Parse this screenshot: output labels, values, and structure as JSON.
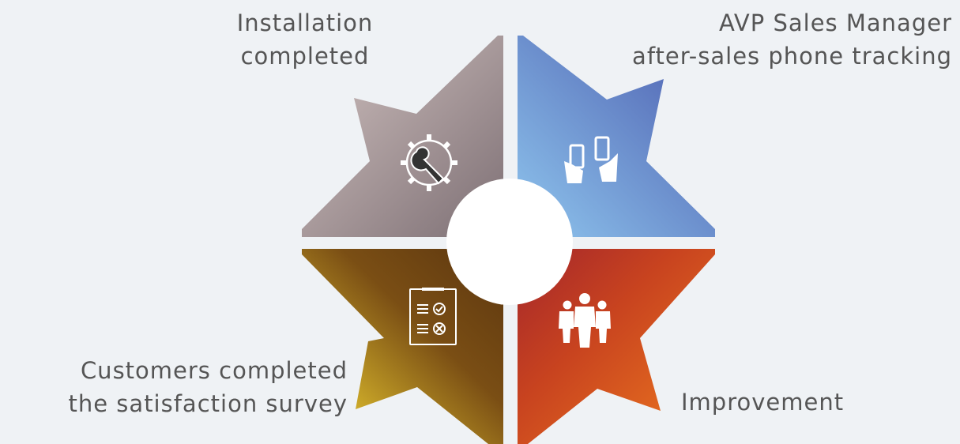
{
  "diagram": {
    "quadrants": [
      {
        "id": "top-left",
        "lines": [
          "Installation",
          "completed"
        ],
        "icon": "wrench-gear-icon",
        "gradient": [
          "#d2c3c1",
          "#7d6f74"
        ]
      },
      {
        "id": "top-right",
        "lines": [
          "AVP Sales Manager",
          "after-sales phone tracking"
        ],
        "icon": "phones-in-hands-icon",
        "gradient": [
          "#8fc6ee",
          "#4a5aad"
        ]
      },
      {
        "id": "bottom-left",
        "lines": [
          "Customers completed",
          "the satisfaction survey"
        ],
        "icon": "checklist-icon",
        "gradient": [
          "#fde035",
          "#5c360f"
        ]
      },
      {
        "id": "bottom-right",
        "lines": [
          "Improvement"
        ],
        "icon": "team-people-icon",
        "gradient": [
          "#a4262b",
          "#ee7a1f"
        ]
      }
    ],
    "colors": {
      "background": "#eff2f5",
      "center_circle": "#ffffff",
      "label_text": "#555555",
      "icon_fill": "#ffffff"
    }
  }
}
